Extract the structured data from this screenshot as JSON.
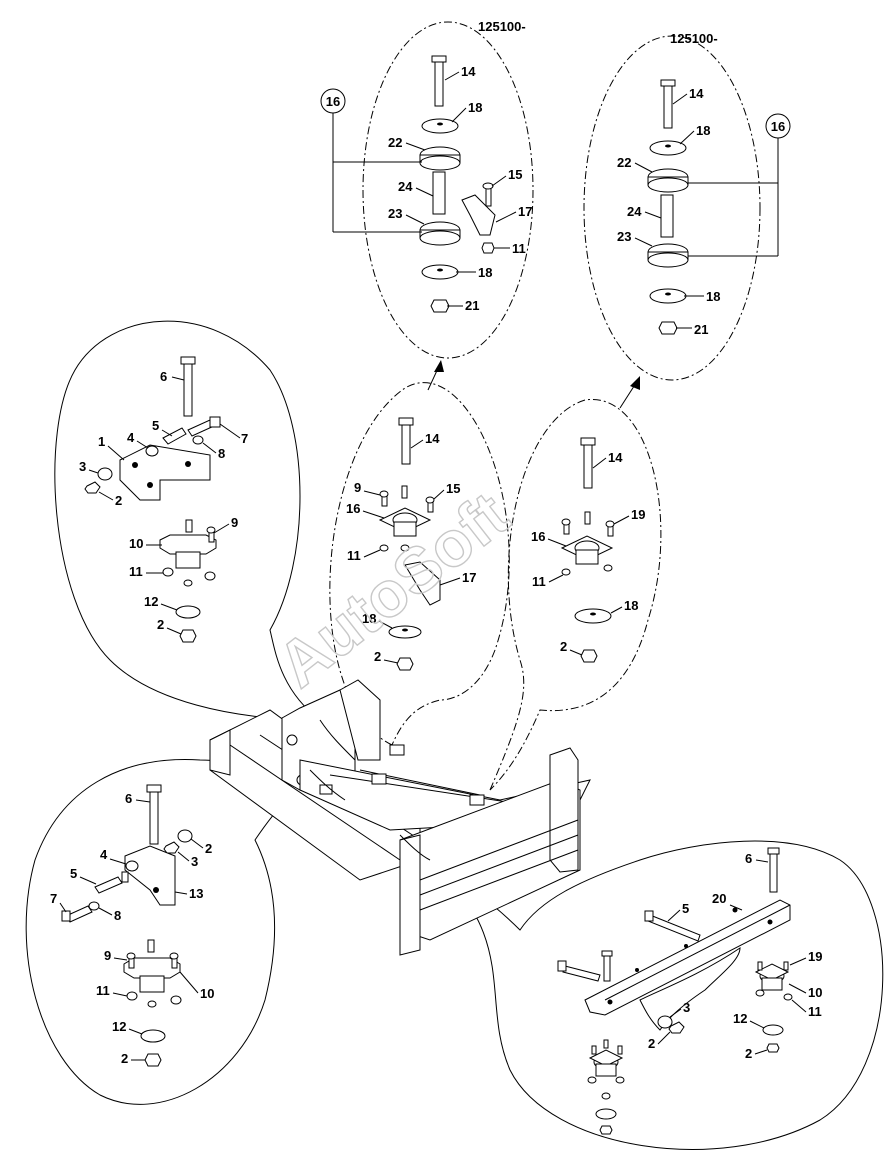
{
  "watermark": "AutoSoft",
  "headers": {
    "left": "125100-",
    "right": "125100-"
  },
  "callout_ref": "16",
  "detail_top_left": {
    "labels": [
      "14",
      "18",
      "22",
      "24",
      "23",
      "18",
      "21",
      "15",
      "17",
      "11"
    ]
  },
  "detail_top_right": {
    "labels": [
      "14",
      "18",
      "22",
      "24",
      "23",
      "18",
      "21"
    ]
  },
  "detail_left_upper": {
    "labels": [
      "6",
      "5",
      "4",
      "7",
      "1",
      "8",
      "3",
      "2",
      "9",
      "10",
      "11",
      "12",
      "2"
    ]
  },
  "detail_center": {
    "labels": [
      "14",
      "9",
      "15",
      "16",
      "11",
      "17",
      "18",
      "2"
    ]
  },
  "detail_right_center": {
    "labels": [
      "14",
      "19",
      "16",
      "11",
      "18",
      "2"
    ]
  },
  "detail_left_lower": {
    "labels": [
      "6",
      "2",
      "3",
      "4",
      "5",
      "13",
      "7",
      "8",
      "9",
      "10",
      "11",
      "12",
      "2"
    ]
  },
  "detail_bottom_right": {
    "labels": [
      "6",
      "5",
      "20",
      "19",
      "10",
      "11",
      "3",
      "2",
      "12",
      "2"
    ]
  },
  "colors": {
    "line": "#000000",
    "background": "#ffffff",
    "watermark": "#c8c8c8"
  }
}
